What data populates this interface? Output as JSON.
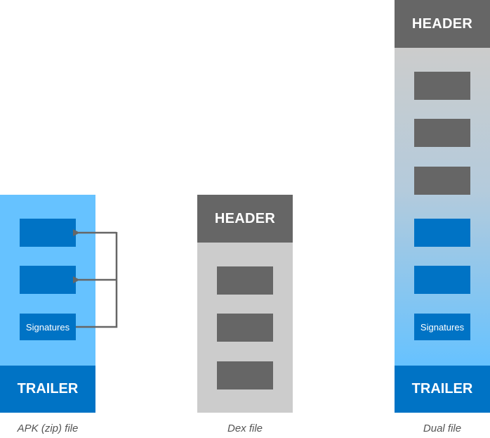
{
  "apk": {
    "trailer_label": "TRAILER",
    "signatures_label": "Signatures",
    "caption": "APK (zip) file"
  },
  "dex": {
    "header_label": "HEADER",
    "caption": "Dex file"
  },
  "dual": {
    "header_label": "HEADER",
    "signatures_label": "Signatures",
    "trailer_label": "TRAILER",
    "caption": "Dual file"
  },
  "colors": {
    "apk_body": "#66c2ff",
    "dex_body": "#cccccc",
    "block_gray": "#666666",
    "block_blue": "#0073c5",
    "arrow": "#666666"
  }
}
